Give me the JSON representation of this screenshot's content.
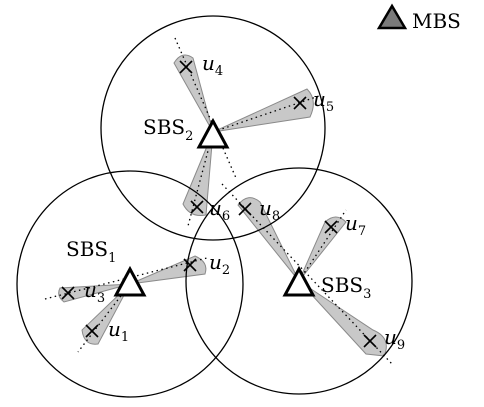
{
  "legend": {
    "label": "MBS",
    "marker_color": "#7a7a7a"
  },
  "base_stations": [
    {
      "name": "SBS",
      "index": "2"
    },
    {
      "name": "SBS",
      "index": "1"
    },
    {
      "name": "SBS",
      "index": "3"
    }
  ],
  "users": [
    {
      "name": "u",
      "index": "4"
    },
    {
      "name": "u",
      "index": "5"
    },
    {
      "name": "u",
      "index": "6"
    },
    {
      "name": "u",
      "index": "8"
    },
    {
      "name": "u",
      "index": "2"
    },
    {
      "name": "u",
      "index": "3"
    },
    {
      "name": "u",
      "index": "1"
    },
    {
      "name": "u",
      "index": "7"
    },
    {
      "name": "u",
      "index": "9"
    }
  ],
  "colors": {
    "beam_fill": "#c8c8c8",
    "beam_stroke": "#8a8a8a",
    "line": "#000000"
  }
}
